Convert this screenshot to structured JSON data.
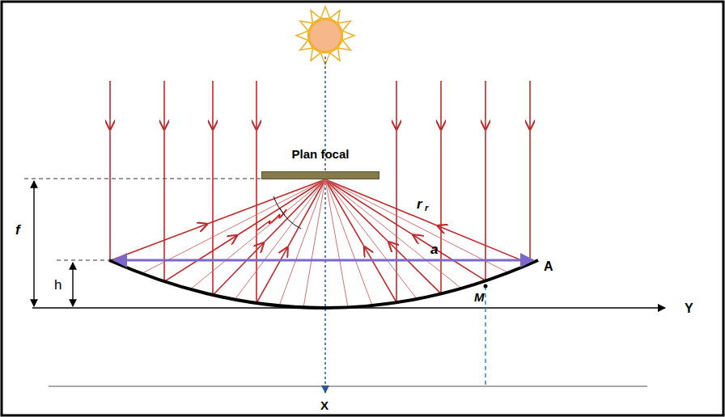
{
  "diagram": {
    "nodes": [
      {
        "text": [
          "Plan focal"
        ]
      }
    ],
    "labels": [
      "f",
      "h",
      "a",
      "r",
      "r",
      "A",
      "M",
      "Y",
      "X"
    ]
  }
}
